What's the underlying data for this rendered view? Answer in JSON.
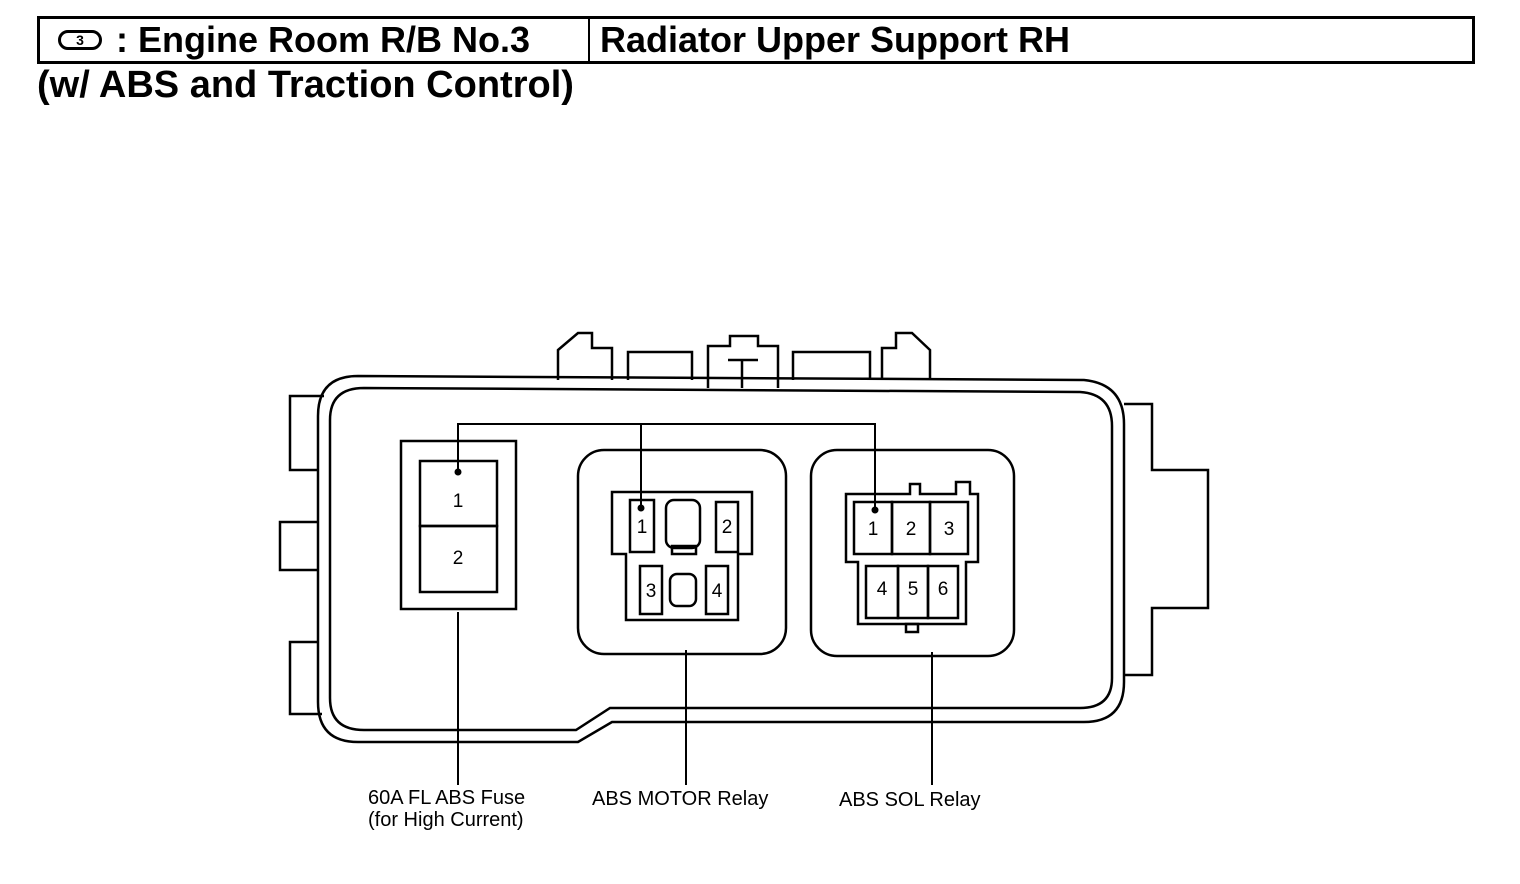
{
  "header": {
    "connector_code": "3",
    "connector_name": ": Engine Room R/B No.3",
    "location": "Radiator Upper Support RH"
  },
  "subtitle": "(w/ ABS and Traction Control)",
  "fuse": {
    "label_line1": "60A FL ABS Fuse",
    "label_line2": "(for High Current)",
    "pins": [
      "1",
      "2"
    ]
  },
  "motor_relay": {
    "label": "ABS MOTOR Relay",
    "pins": [
      "1",
      "2",
      "3",
      "4"
    ]
  },
  "sol_relay": {
    "label": "ABS SOL Relay",
    "pins": [
      "1",
      "2",
      "3",
      "4",
      "5",
      "6"
    ]
  }
}
